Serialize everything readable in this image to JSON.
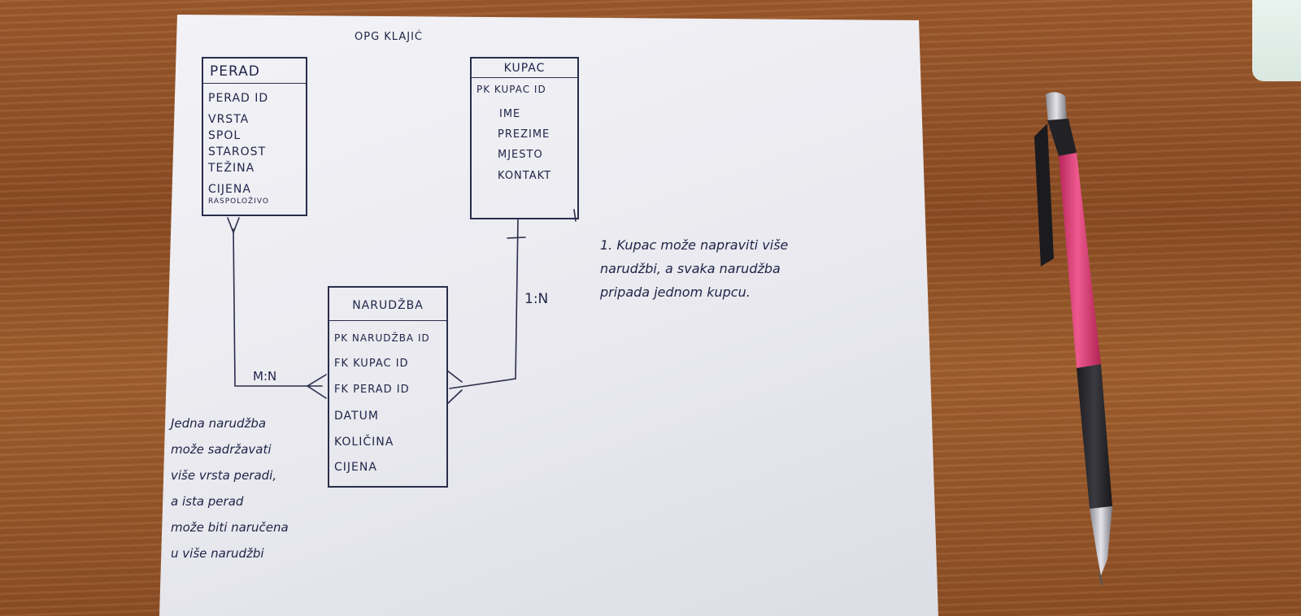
{
  "diagram": {
    "title": "OPG KLAJIĆ",
    "entities": {
      "perad": {
        "name": "PERAD",
        "attributes": [
          "PERAD ID",
          "VRSTA",
          "SPOL",
          "STAROST",
          "TEŽINA",
          "CIJENA"
        ],
        "extra": "RASPOLOŽIVO"
      },
      "kupac": {
        "name": "KUPAC",
        "attributes": [
          "PK KUPAC ID",
          "IME",
          "PREZIME",
          "MJESTO",
          "KONTAKT"
        ]
      },
      "narudzba": {
        "name": "NARUDŽBA",
        "attributes": [
          "PK NARUDŽBA ID",
          "FK KUPAC ID",
          "FK PERAD ID",
          "DATUM",
          "KOLIČINA",
          "CIJENA"
        ]
      }
    },
    "relationships": {
      "kupac_narudzba": "1:N",
      "perad_narudzba": "M:N"
    },
    "notes": {
      "right": [
        "1. Kupac može napraviti više",
        "narudžbi, a svaka narudžba",
        "pripada jednom kupcu."
      ],
      "left": [
        "Jedna narudžba",
        "može sadržavati",
        "više vrsta peradi,",
        "a ista perad",
        "može biti naručena",
        "u više narudžbi"
      ]
    }
  },
  "colors": {
    "ink": "#22264a",
    "paper": "#ececf2",
    "table": "#8f5128",
    "pen_body": "#e2437a",
    "pen_grip": "#2b2b2f"
  },
  "icons": [
    "pen-icon"
  ]
}
